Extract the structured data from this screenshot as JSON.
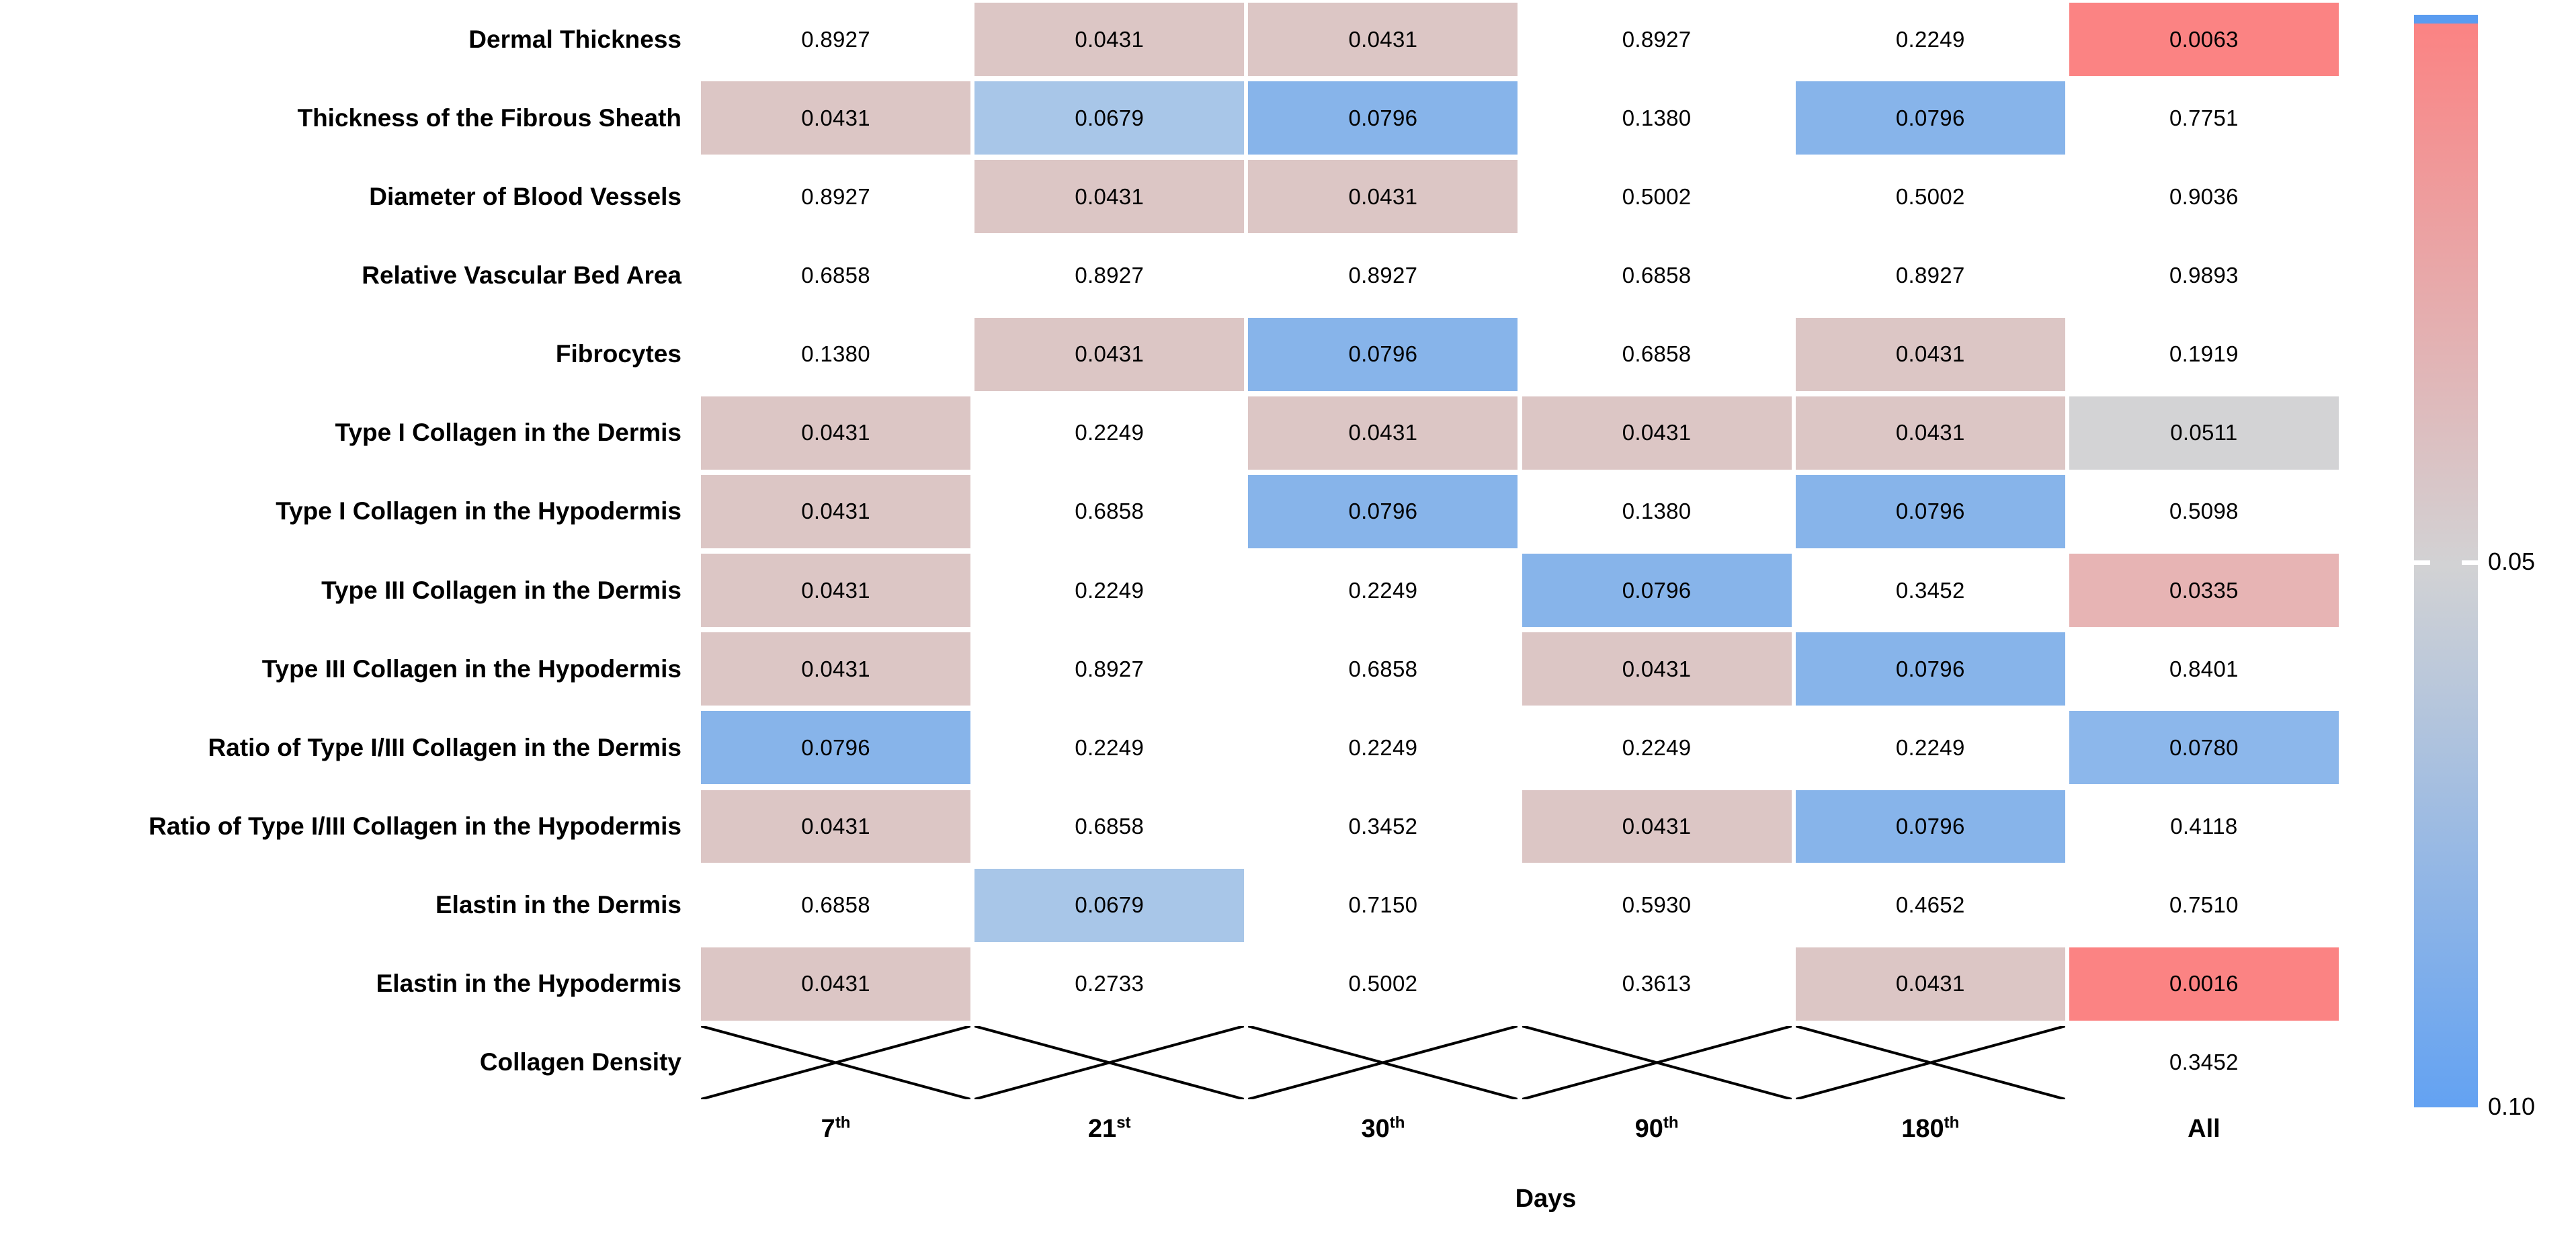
{
  "chart_data": {
    "type": "heatmap",
    "title": "",
    "xlabel": "Days",
    "ylabel": "",
    "grid": false,
    "legend_position": "right",
    "categories_x": [
      "7th",
      "21st",
      "30th",
      "90th",
      "180th",
      "All"
    ],
    "categories_x_display": [
      {
        "base": "7",
        "sup": "th"
      },
      {
        "base": "21",
        "sup": "st"
      },
      {
        "base": "30",
        "sup": "th"
      },
      {
        "base": "90",
        "sup": "th"
      },
      {
        "base": "180",
        "sup": "th"
      },
      {
        "base": "All",
        "sup": ""
      }
    ],
    "categories_y": [
      "Dermal Thickness",
      "Thickness of the Fibrous Sheath",
      "Diameter of Blood Vessels",
      "Relative Vascular Bed Area",
      "Fibrocytes",
      "Type I Collagen in the Dermis",
      "Type I Collagen in the Hypodermis",
      "Type III Collagen in the Dermis",
      "Type III Collagen in the Hypodermis",
      "Ratio of Type I/III Collagen in the  Dermis",
      "Ratio of Type I/III Collagen in the  Hypodermis",
      "Elastin in the Dermis",
      "Elastin in the Hypodermis",
      "Collagen Density"
    ],
    "colorbar": {
      "ticks": [
        "0.05",
        "0.10"
      ],
      "tick_values": [
        0.05,
        0.1
      ],
      "vmin": 0.0,
      "vmax": 0.1,
      "low_color": "#fb8383",
      "mid_color": "#d2d2d4",
      "high_color": "#63a2f2",
      "overflow_color": "#5a9cf0"
    },
    "rows": [
      {
        "label": "Dermal Thickness",
        "cells": [
          {
            "value": "0.8927",
            "fill": "none"
          },
          {
            "value": "0.0431",
            "fill": "#dcc6c5"
          },
          {
            "value": "0.0431",
            "fill": "#dcc6c5"
          },
          {
            "value": "0.8927",
            "fill": "none"
          },
          {
            "value": "0.2249",
            "fill": "none"
          },
          {
            "value": "0.0063",
            "fill": "#fb8383"
          }
        ]
      },
      {
        "label": "Thickness of the Fibrous Sheath",
        "cells": [
          {
            "value": "0.0431",
            "fill": "#dcc6c5"
          },
          {
            "value": "0.0679",
            "fill": "#a8c6e8"
          },
          {
            "value": "0.0796",
            "fill": "#87b4ea"
          },
          {
            "value": "0.1380",
            "fill": "none"
          },
          {
            "value": "0.0796",
            "fill": "#87b4ea"
          },
          {
            "value": "0.7751",
            "fill": "none"
          }
        ]
      },
      {
        "label": "Diameter of Blood Vessels",
        "cells": [
          {
            "value": "0.8927",
            "fill": "none"
          },
          {
            "value": "0.0431",
            "fill": "#dcc6c5"
          },
          {
            "value": "0.0431",
            "fill": "#dcc6c5"
          },
          {
            "value": "0.5002",
            "fill": "none"
          },
          {
            "value": "0.5002",
            "fill": "none"
          },
          {
            "value": "0.9036",
            "fill": "none"
          }
        ]
      },
      {
        "label": "Relative Vascular Bed Area",
        "cells": [
          {
            "value": "0.6858",
            "fill": "none"
          },
          {
            "value": "0.8927",
            "fill": "none"
          },
          {
            "value": "0.8927",
            "fill": "none"
          },
          {
            "value": "0.6858",
            "fill": "none"
          },
          {
            "value": "0.8927",
            "fill": "none"
          },
          {
            "value": "0.9893",
            "fill": "none"
          }
        ]
      },
      {
        "label": "Fibrocytes",
        "cells": [
          {
            "value": "0.1380",
            "fill": "none"
          },
          {
            "value": "0.0431",
            "fill": "#dcc6c5"
          },
          {
            "value": "0.0796",
            "fill": "#87b4ea"
          },
          {
            "value": "0.6858",
            "fill": "none"
          },
          {
            "value": "0.0431",
            "fill": "#dcc6c5"
          },
          {
            "value": "0.1919",
            "fill": "none"
          }
        ]
      },
      {
        "label": "Type I Collagen in the Dermis",
        "cells": [
          {
            "value": "0.0431",
            "fill": "#dcc6c5"
          },
          {
            "value": "0.2249",
            "fill": "none"
          },
          {
            "value": "0.0431",
            "fill": "#dcc6c5"
          },
          {
            "value": "0.0431",
            "fill": "#dcc6c5"
          },
          {
            "value": "0.0431",
            "fill": "#dcc6c5"
          },
          {
            "value": "0.0511",
            "fill": "#d3d3d5"
          }
        ]
      },
      {
        "label": "Type I Collagen in the Hypodermis",
        "cells": [
          {
            "value": "0.0431",
            "fill": "#dcc6c5"
          },
          {
            "value": "0.6858",
            "fill": "none"
          },
          {
            "value": "0.0796",
            "fill": "#87b4ea"
          },
          {
            "value": "0.1380",
            "fill": "none"
          },
          {
            "value": "0.0796",
            "fill": "#87b4ea"
          },
          {
            "value": "0.5098",
            "fill": "none"
          }
        ]
      },
      {
        "label": "Type III Collagen in the Dermis",
        "cells": [
          {
            "value": "0.0431",
            "fill": "#dcc6c5"
          },
          {
            "value": "0.2249",
            "fill": "none"
          },
          {
            "value": "0.2249",
            "fill": "none"
          },
          {
            "value": "0.0796",
            "fill": "#87b4ea"
          },
          {
            "value": "0.3452",
            "fill": "none"
          },
          {
            "value": "0.0335",
            "fill": "#e7b4b4"
          }
        ]
      },
      {
        "label": "Type III Collagen in the Hypodermis",
        "cells": [
          {
            "value": "0.0431",
            "fill": "#dcc6c5"
          },
          {
            "value": "0.8927",
            "fill": "none"
          },
          {
            "value": "0.6858",
            "fill": "none"
          },
          {
            "value": "0.0431",
            "fill": "#dcc6c5"
          },
          {
            "value": "0.0796",
            "fill": "#87b4ea"
          },
          {
            "value": "0.8401",
            "fill": "none"
          }
        ]
      },
      {
        "label": "Ratio of Type I/III Collagen in the  Dermis",
        "cells": [
          {
            "value": "0.0796",
            "fill": "#87b4ea"
          },
          {
            "value": "0.2249",
            "fill": "none"
          },
          {
            "value": "0.2249",
            "fill": "none"
          },
          {
            "value": "0.2249",
            "fill": "none"
          },
          {
            "value": "0.2249",
            "fill": "none"
          },
          {
            "value": "0.0780",
            "fill": "#8cb7eb"
          }
        ]
      },
      {
        "label": "Ratio of Type I/III Collagen in the  Hypodermis",
        "cells": [
          {
            "value": "0.0431",
            "fill": "#dcc6c5"
          },
          {
            "value": "0.6858",
            "fill": "none"
          },
          {
            "value": "0.3452",
            "fill": "none"
          },
          {
            "value": "0.0431",
            "fill": "#dcc6c5"
          },
          {
            "value": "0.0796",
            "fill": "#87b4ea"
          },
          {
            "value": "0.4118",
            "fill": "none"
          }
        ]
      },
      {
        "label": "Elastin in the Dermis",
        "cells": [
          {
            "value": "0.6858",
            "fill": "none"
          },
          {
            "value": "0.0679",
            "fill": "#a8c6e8"
          },
          {
            "value": "0.7150",
            "fill": "none"
          },
          {
            "value": "0.5930",
            "fill": "none"
          },
          {
            "value": "0.4652",
            "fill": "none"
          },
          {
            "value": "0.7510",
            "fill": "none"
          }
        ]
      },
      {
        "label": "Elastin in the Hypodermis",
        "cells": [
          {
            "value": "0.0431",
            "fill": "#dcc6c5"
          },
          {
            "value": "0.2733",
            "fill": "none"
          },
          {
            "value": "0.5002",
            "fill": "none"
          },
          {
            "value": "0.3613",
            "fill": "none"
          },
          {
            "value": "0.0431",
            "fill": "#dcc6c5"
          },
          {
            "value": "0.0016",
            "fill": "#fb8383"
          }
        ]
      },
      {
        "label": "Collagen Density",
        "cells": [
          {
            "value": "",
            "fill": "none",
            "crossed": true
          },
          {
            "value": "",
            "fill": "none",
            "crossed": true
          },
          {
            "value": "",
            "fill": "none",
            "crossed": true
          },
          {
            "value": "",
            "fill": "none",
            "crossed": true
          },
          {
            "value": "",
            "fill": "none",
            "crossed": true
          },
          {
            "value": "0.3452",
            "fill": "none"
          }
        ]
      }
    ]
  }
}
